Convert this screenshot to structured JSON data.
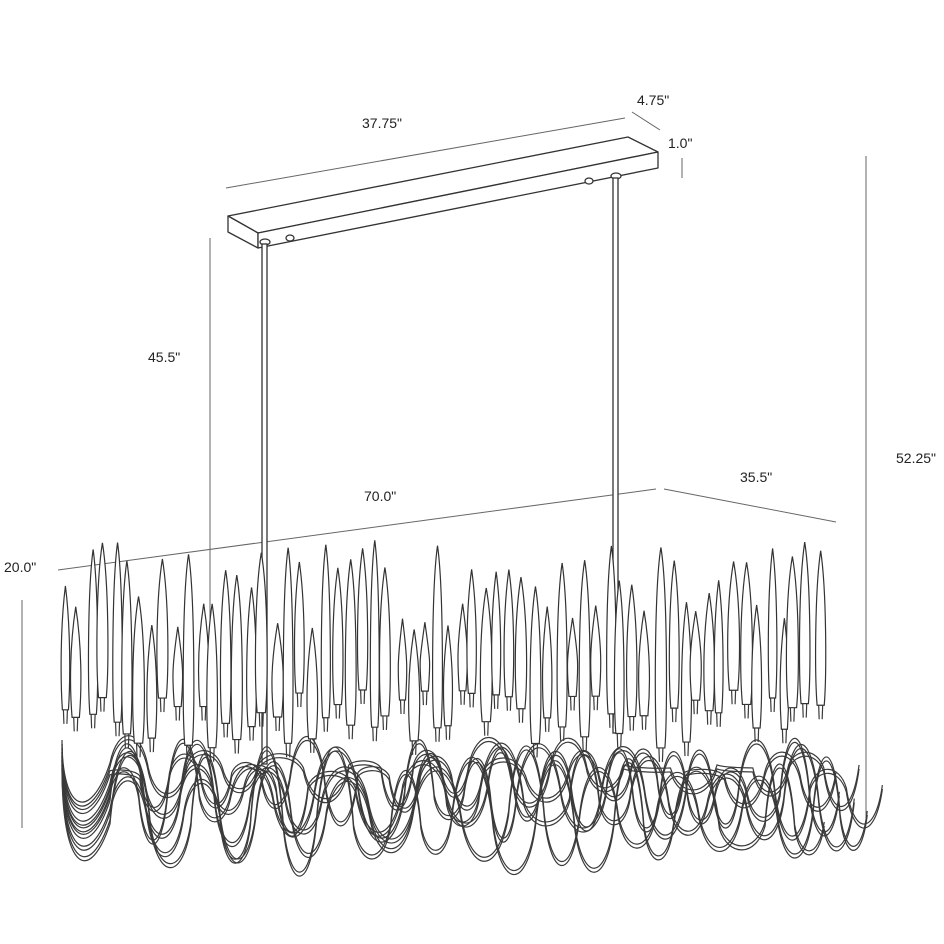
{
  "dimensions": {
    "canopy_length": "37.75\"",
    "canopy_depth": "4.75\"",
    "canopy_height": "1.0\"",
    "drop_height": "45.5\"",
    "overall_height": "52.25\"",
    "fixture_length": "70.0\"",
    "fixture_depth": "35.5\"",
    "fixture_height": "20.0\""
  },
  "colors": {
    "line": "#333333",
    "dimension_line": "#666666",
    "background": "#ffffff"
  }
}
